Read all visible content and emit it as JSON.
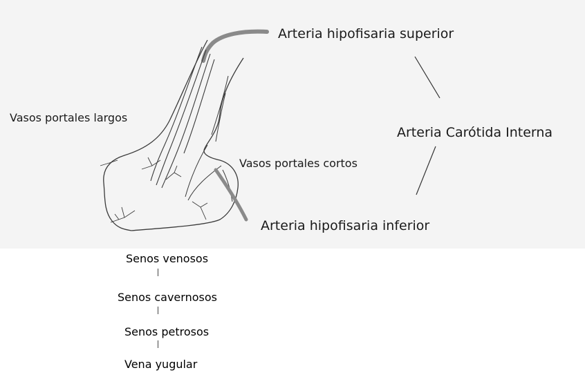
{
  "labels": {
    "arteria_hipofisaria_superior": "Arteria hipofisaria superior",
    "vasos_portales_largos": "Vasos portales largos",
    "arteria_carotida_interna": "Arteria Carótida Interna",
    "vasos_portales_cortos": "Vasos portales cortos",
    "arteria_hipofisaria_inferior": "Arteria hipofisaria inferior"
  },
  "venous_drainage": [
    "Senos venosos",
    "Senos cavernosos",
    "Senos petrosos",
    "Vena yugular"
  ],
  "colors": {
    "background_panel": "#f4f4f4",
    "ink": "#3a3a3a",
    "artery_gray": "#8a8a8a"
  }
}
